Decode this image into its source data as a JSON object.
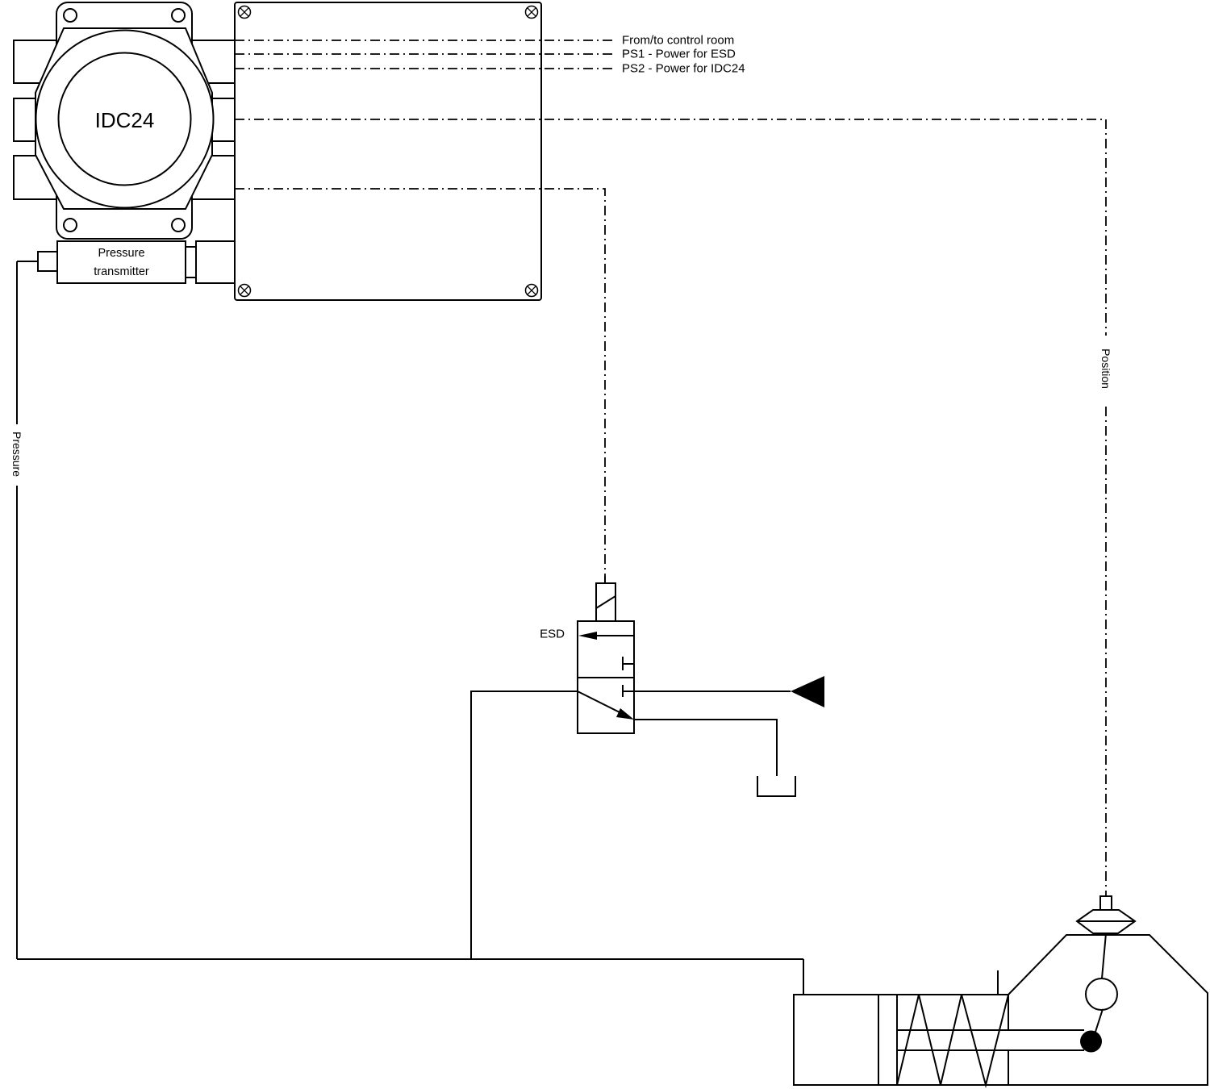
{
  "colors": {
    "line": "#000000",
    "background": "#ffffff"
  },
  "controller": {
    "label": "IDC24"
  },
  "transmitter": {
    "line1": "Pressure",
    "line2": "transmitter"
  },
  "signals": {
    "control_room": "From/to control room",
    "ps1": "PS1 - Power for ESD",
    "ps2": "PS2 - Power for IDC24",
    "position": "Position"
  },
  "valve": {
    "label": "ESD"
  },
  "pneumatics": {
    "pressure": "Pressure"
  }
}
